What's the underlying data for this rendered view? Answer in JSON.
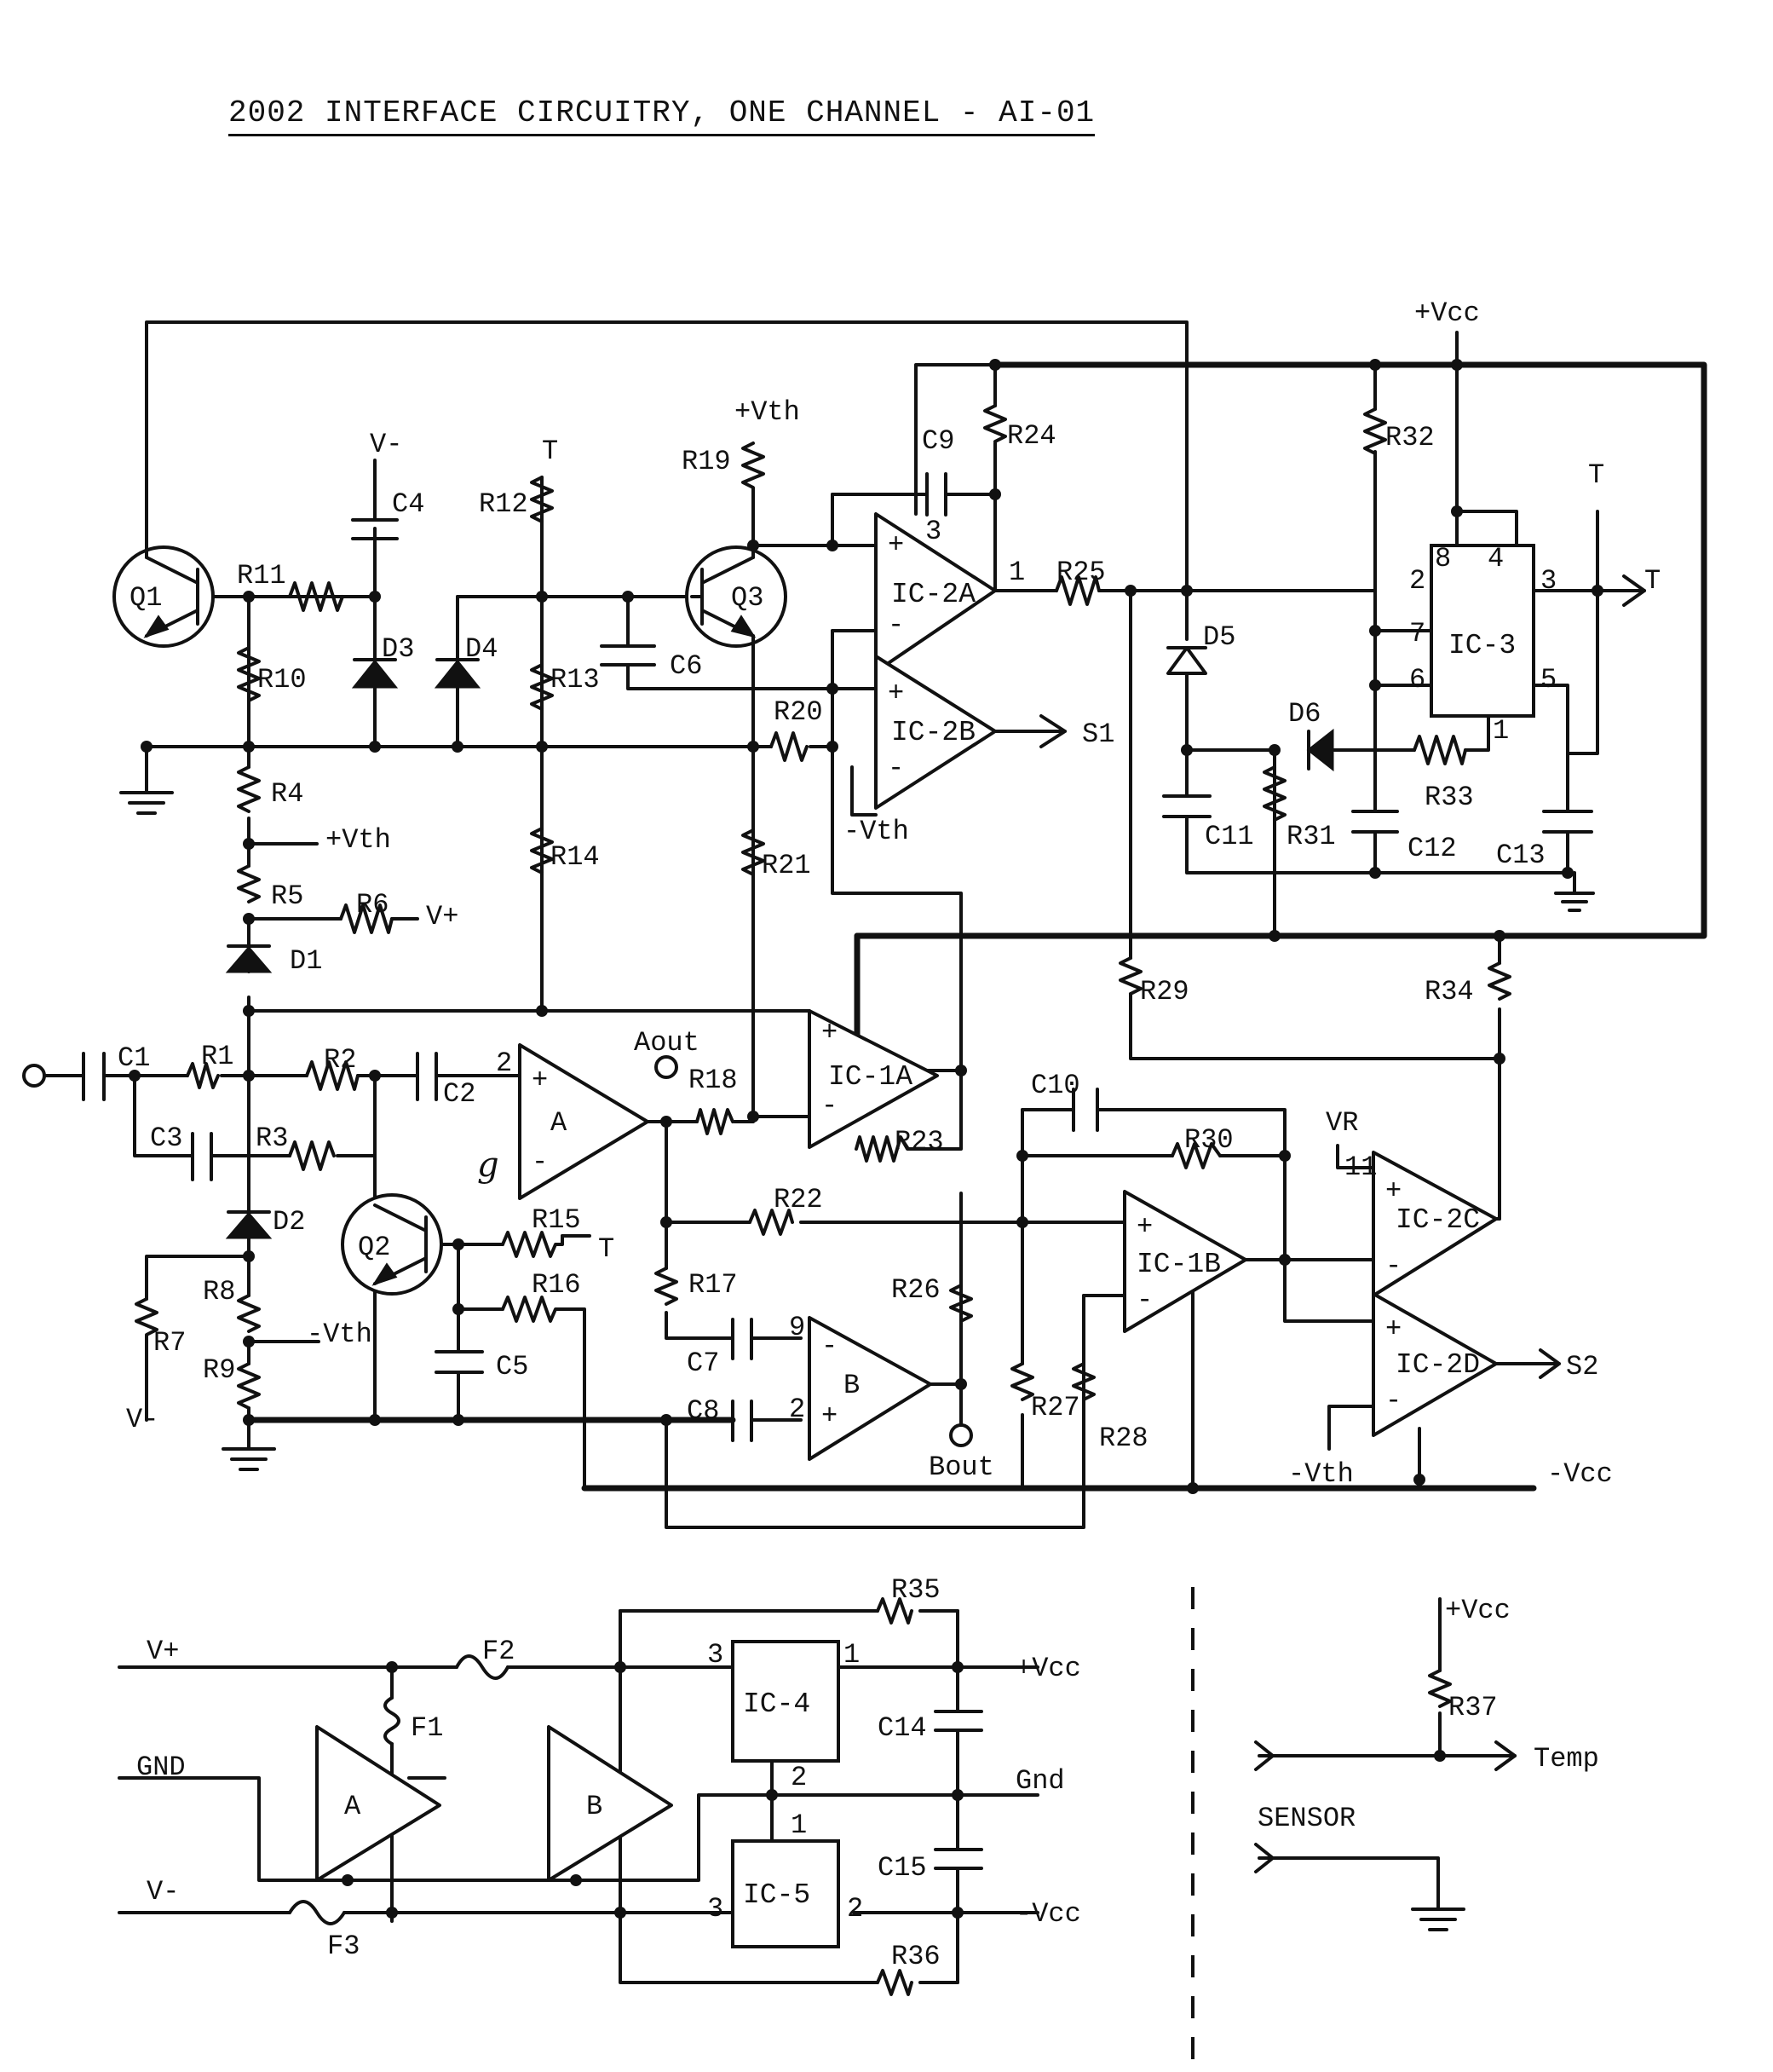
{
  "title": "2002 INTERFACE CIRCUITRY, ONE CHANNEL - AI-01",
  "transistors": [
    "Q1",
    "Q2",
    "Q3"
  ],
  "resistors": [
    "R1",
    "R2",
    "R3",
    "R4",
    "R5",
    "R6",
    "R7",
    "R8",
    "R9",
    "R10",
    "R11",
    "R12",
    "R13",
    "R14",
    "R15",
    "R16",
    "R17",
    "R18",
    "R19",
    "R20",
    "R21",
    "R22",
    "R23",
    "R24",
    "R25",
    "R26",
    "R27",
    "R28",
    "R29",
    "R30",
    "R31",
    "R32",
    "R33",
    "R34",
    "R35",
    "R36",
    "R37"
  ],
  "capacitors": [
    "C1",
    "C2",
    "C3",
    "C4",
    "C5",
    "C6",
    "C7",
    "C8",
    "C9",
    "C10",
    "C11",
    "C12",
    "C13",
    "C14",
    "C15"
  ],
  "diodes": [
    "D1",
    "D2",
    "D3",
    "D4",
    "D5",
    "D6"
  ],
  "fuses": [
    "F1",
    "F2",
    "F3"
  ],
  "ics": [
    "IC-1A",
    "IC-1B",
    "IC-2A",
    "IC-2B",
    "IC-2C",
    "IC-2D",
    "IC-3",
    "IC-4",
    "IC-5"
  ],
  "amplifiers": [
    "A",
    "B"
  ],
  "nets": {
    "vcc_pos": "+Vcc",
    "vcc_neg": "-Vcc",
    "vth_pos": "+Vth",
    "vth_neg": "-Vth",
    "v_pos": "V+",
    "v_neg": "V-",
    "t": "T",
    "vr": "VR",
    "s1": "S1",
    "s2": "S2",
    "aout": "Aout",
    "bout": "Bout",
    "gnd_upper": "GND",
    "gnd_lower": "Gnd",
    "temp": "Temp",
    "sensor": "SENSOR"
  },
  "pins": {
    "ic2a_in": "3",
    "ic2a_out": "1",
    "ic2c_in": "11",
    "ic3_p2": "2",
    "ic3_p3": "3",
    "ic3_p4": "4",
    "ic3_p5": "5",
    "ic3_p6": "6",
    "ic3_p7": "7",
    "ic3_p8": "8",
    "ic3_p1": "1",
    "amp_a_in": "2",
    "amp_b_in_neg": "9",
    "amp_b_in_pos": "2",
    "ic4_in": "3",
    "ic4_out": "1",
    "ic4_gnd": "2",
    "ic5_gnd": "1",
    "ic5_in": "3",
    "ic5_out": "2"
  },
  "annotations": {
    "handwritten_mark": "g"
  }
}
